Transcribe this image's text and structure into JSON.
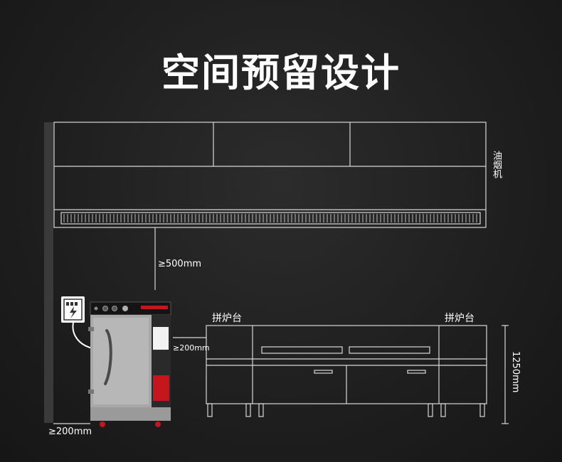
{
  "title": "空间预留设计",
  "labels": {
    "hood": "油烟机",
    "clearance_top": "≥500mm",
    "clearance_side": "≥200mm",
    "clearance_bottom": "≥200mm",
    "counter_left": "拼炉台",
    "counter_right": "拼炉台",
    "height": "1250mm"
  },
  "icons": {
    "power": "power-socket-icon"
  },
  "colors": {
    "background": "#1e1e1e",
    "line": "#d8d8d8",
    "text": "#ffffff",
    "accent_red": "#c4161c",
    "wall": "#3a3a3a"
  }
}
